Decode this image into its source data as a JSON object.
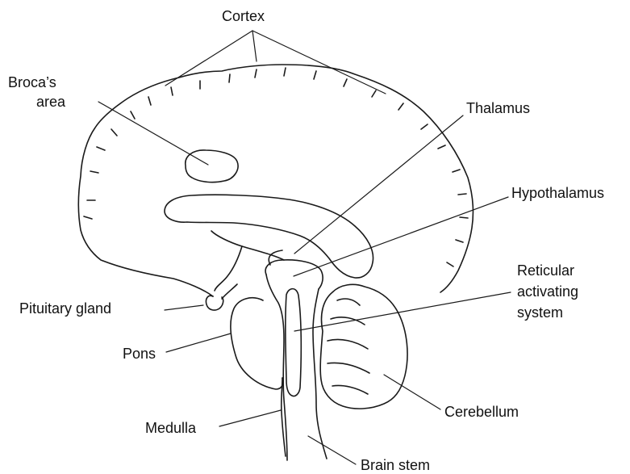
{
  "labels": {
    "cortex": "Cortex",
    "broca_line1": "Broca’s",
    "broca_line2": "area",
    "thalamus": "Thalamus",
    "hypothalamus": "Hypothalamus",
    "reticular_line1": "Reticular",
    "reticular_line2": "activating",
    "reticular_line3": "system",
    "pituitary": "Pituitary gland",
    "pons": "Pons",
    "medulla": "Medulla",
    "cerebellum": "Cerebellum",
    "brain_stem": "Brain stem"
  }
}
